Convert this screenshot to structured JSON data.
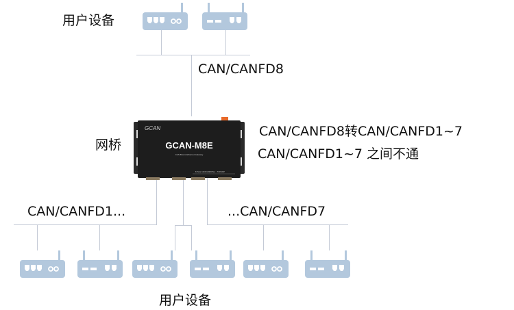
{
  "labels": {
    "user_devices_top": "用户设备",
    "user_devices_bottom": "用户设备",
    "bus_top": "CAN/CANFD8",
    "bridge": "网桥",
    "note_line1": "CAN/CANFD8转CAN/CANFD1~7",
    "note_line2": "CAN/CANFD1~7 之间不通",
    "bus_left": "CAN/CANFD1...",
    "bus_right": "...CAN/CANFD7"
  },
  "gateway": {
    "brand": "GCAN",
    "model": "GCAN-M8E",
    "subtitle": "CAN Bus to Ethernet Gateway",
    "port_caption": "8 Ports CAN/CANFD Bus - TCP/UDP"
  },
  "devices": {
    "top": [
      "router-a",
      "router-b"
    ],
    "bottom": [
      "router-a",
      "router-b",
      "router-a",
      "router-b",
      "router-a",
      "router-b"
    ]
  },
  "colors": {
    "device": "#b3c8dd",
    "line": "#c4cad6",
    "gateway": "#1d1d1d"
  }
}
